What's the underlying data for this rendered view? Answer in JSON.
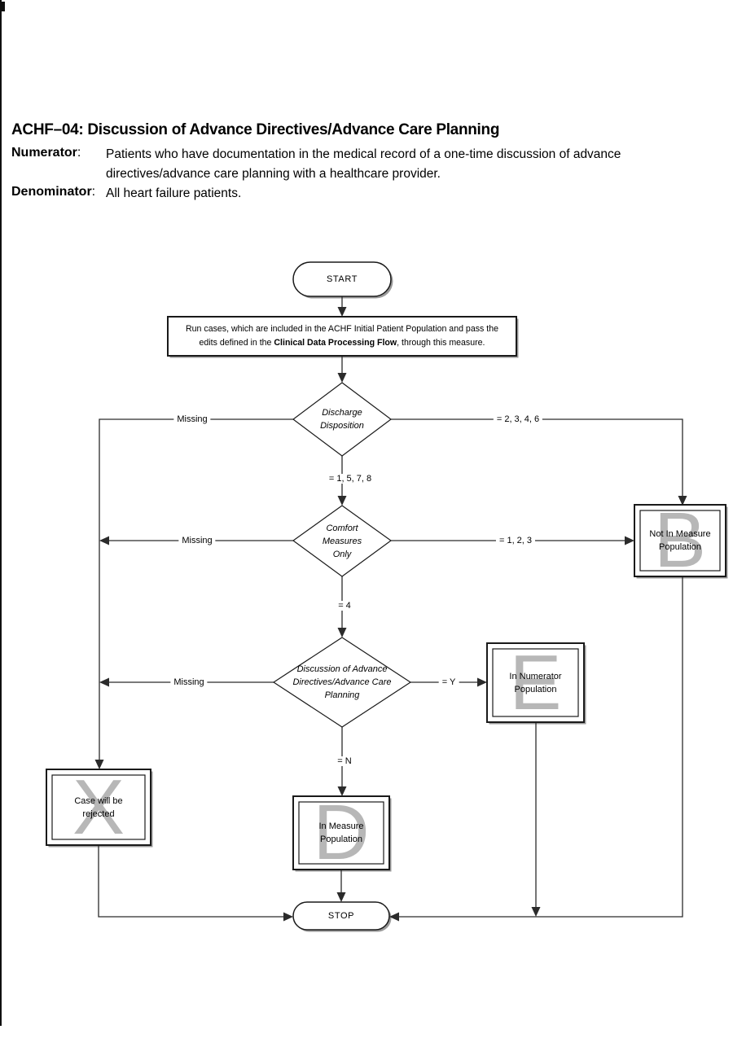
{
  "colors": {
    "background": "#ffffff",
    "text": "#000000",
    "line": "#2b2b2b",
    "shape_border": "#1a1a1a",
    "watermark": "#b7b7b7",
    "shadow": "#9a9a9a"
  },
  "header": {
    "title": "ACHF–04: Discussion of Advance Directives/Advance Care Planning",
    "colon": ":",
    "numerator_label": "Numerator",
    "numerator_line1": "Patients who have documentation in the medical record of a one-time discussion of advance",
    "numerator_line2": "directives/advance care planning with a healthcare provider.",
    "denominator_label": "Denominator",
    "denominator_text": "All heart failure patients."
  },
  "flow": {
    "start": "START",
    "stop": "STOP",
    "process": {
      "line1": "Run cases, which are included in the ACHF Initial Patient Population and pass the",
      "line2_pre": "edits defined in the ",
      "line2_bold": "Clinical Data Processing Flow",
      "line2_post": ", through this measure."
    },
    "decision1": {
      "line1": "Discharge",
      "line2": "Disposition"
    },
    "decision2": {
      "line1": "Comfort",
      "line2": "Measures",
      "line3": "Only"
    },
    "decision3": {
      "line1": "Discussion of Advance",
      "line2": "Directives/Advance Care",
      "line3": "Planning"
    },
    "labels": {
      "d1_left": "Missing",
      "d1_right": "= 2, 3, 4, 6",
      "d1_down": "= 1, 5, 7, 8",
      "d2_left": "Missing",
      "d2_right": "= 1, 2, 3",
      "d2_down": "= 4",
      "d3_left": "Missing",
      "d3_right": "= Y",
      "d3_down": "= N"
    },
    "box_b": {
      "letter": "B",
      "line1": "Not In Measure",
      "line2": "Population"
    },
    "box_e": {
      "letter": "E",
      "line1": "In Numerator",
      "line2": "Population"
    },
    "box_x": {
      "letter": "X",
      "line1": "Case will be",
      "line2": "rejected"
    },
    "box_d": {
      "letter": "D",
      "line1": "In Measure",
      "line2": "Population"
    }
  }
}
